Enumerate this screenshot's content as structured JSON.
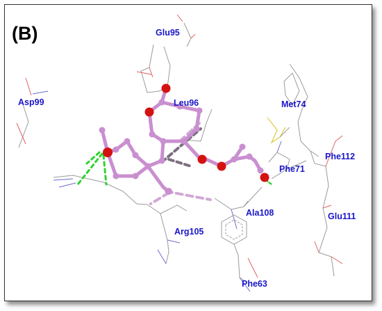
{
  "figure": {
    "panel_label": "(B)",
    "residue_labels": [
      {
        "id": "glu95",
        "text": "Glu95"
      },
      {
        "id": "leu96",
        "text": "Leu96"
      },
      {
        "id": "asp99",
        "text": "Asp99"
      },
      {
        "id": "met74",
        "text": "Met74"
      },
      {
        "id": "phe112",
        "text": "Phe112"
      },
      {
        "id": "phe71",
        "text": "Phe71"
      },
      {
        "id": "ala108",
        "text": "Ala108"
      },
      {
        "id": "glu111",
        "text": "Glu111"
      },
      {
        "id": "arg105",
        "text": "Arg105"
      },
      {
        "id": "phe63",
        "text": "Phe63"
      }
    ],
    "colors": {
      "label": "#1a16c8",
      "ligand_carbon": "#c98fd0",
      "ligand_oxygen": "#d41212",
      "hbond": "#2fd12f",
      "hydrophobic": "#cfa9d4",
      "pi_contact": "#7a6f80",
      "residue_stick": "#9a9a9a"
    }
  }
}
